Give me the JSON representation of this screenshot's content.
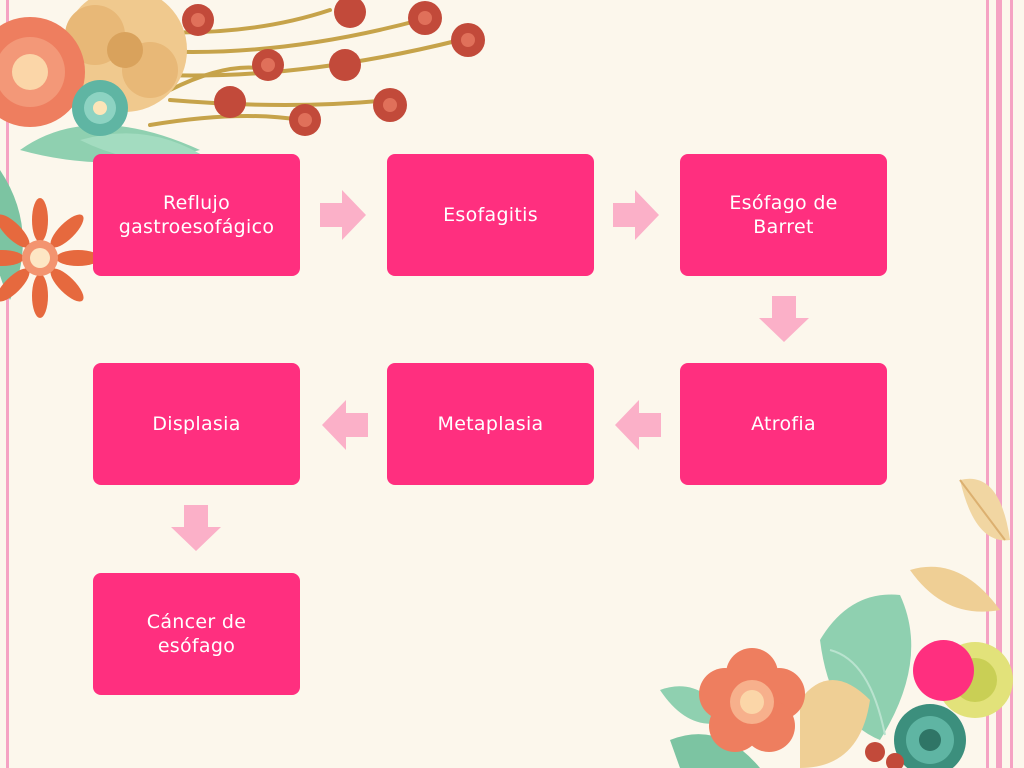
{
  "diagram": {
    "nodes": [
      {
        "id": "reflujo",
        "label": "Reflujo\ngastroesofágico"
      },
      {
        "id": "esofagitis",
        "label": "Esofagitis"
      },
      {
        "id": "esofago-barret",
        "label": "Esófago de\nBarret"
      },
      {
        "id": "atrofia",
        "label": "Atrofia"
      },
      {
        "id": "metaplasia",
        "label": "Metaplasia"
      },
      {
        "id": "displasia",
        "label": "Displasia"
      },
      {
        "id": "cancer-esofago",
        "label": "Cáncer de\nesófago"
      }
    ],
    "edges": [
      {
        "from": "reflujo",
        "to": "esofagitis",
        "direction": "right"
      },
      {
        "from": "esofagitis",
        "to": "esofago-barret",
        "direction": "right"
      },
      {
        "from": "esofago-barret",
        "to": "atrofia",
        "direction": "down"
      },
      {
        "from": "atrofia",
        "to": "metaplasia",
        "direction": "left"
      },
      {
        "from": "metaplasia",
        "to": "displasia",
        "direction": "left"
      },
      {
        "from": "displasia",
        "to": "cancer-esofago",
        "direction": "down"
      }
    ]
  },
  "colors": {
    "background": "#fcf7ec",
    "node_fill": "#ff2f7f",
    "node_text": "#ffffff",
    "arrow_fill": "#fbb0c8",
    "border": "#f5a3c3"
  },
  "decorations": [
    {
      "name": "flower-cluster-top-left"
    },
    {
      "name": "flower-cluster-bottom-right"
    },
    {
      "name": "pink-circle"
    }
  ]
}
